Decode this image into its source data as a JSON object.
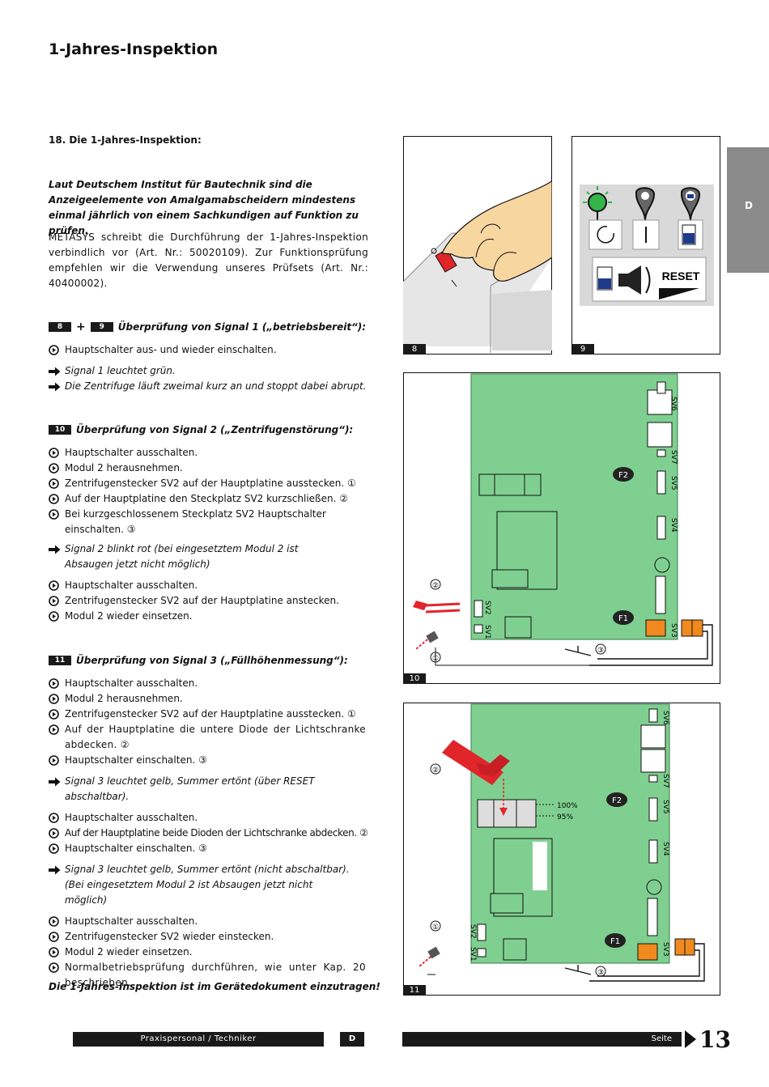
{
  "header": {
    "title": "1-Jahres-Inspektion",
    "side_tab": "D"
  },
  "section": {
    "heading": "18. Die 1-Jahres-Inspektion:",
    "intro": "Laut Deutschem Institut für Bautechnik sind die Anzeigeelemente von Amalgamabscheidern mindestens einmal jährlich von einem Sachkundigen auf Funktion zu prüfen.",
    "paragraph": "METASYS schreibt die Durchführung der 1-Jahres-Inspektion verbindlich vor (Art. Nr.: 50020109). Zur Funktionsprüfung empfehlen wir die Verwendung unseres Prüfsets (Art. Nr.: 40400002)."
  },
  "check1": {
    "tags": [
      "8",
      "9"
    ],
    "plus": "+",
    "title": "Überprüfung von Signal 1 („betriebsbereit“):",
    "steps": [
      "Hauptschalter aus- und wieder einschalten."
    ],
    "results": [
      "Signal 1 leuchtet grün.",
      "Die Zentrifuge läuft zweimal kurz an und stoppt dabei abrupt."
    ]
  },
  "check2": {
    "tag": "10",
    "title": "Überprüfung von Signal 2 („Zentrifugenstörung“):",
    "steps_a": [
      "Hauptschalter ausschalten.",
      "Modul 2 herausnehmen.",
      "Zentrifugenstecker SV2 auf der Hauptplatine ausstecken. ①",
      "Auf der Hauptplatine den Steckplatz SV2 kurzschließen. ②",
      "Bei kurzgeschlossenem Steckplatz SV2 Hauptschalter einschalten. ③"
    ],
    "result": "Signal 2 blinkt rot (bei eingesetztem Modul 2 ist Absaugen jetzt nicht möglich)",
    "steps_b": [
      "Hauptschalter ausschalten.",
      "Zentrifugenstecker SV2 auf der Hauptplatine anstecken.",
      "Modul 2 wieder einsetzen."
    ]
  },
  "check3": {
    "tag": "11",
    "title": "Überprüfung von Signal 3 („Füllhöhenmessung“):",
    "steps_a": [
      "Hauptschalter ausschalten.",
      "Modul 2 herausnehmen.",
      "Zentrifugenstecker SV2 auf der Hauptplatine ausstecken. ①",
      "Auf der Hauptplatine die untere Diode der Lichtschranke abdecken. ②",
      "Hauptschalter einschalten. ③"
    ],
    "result_a": "Signal 3 leuchtet gelb, Summer ertönt (über RESET abschaltbar).",
    "steps_b": [
      "Hauptschalter ausschalten.",
      "Auf der Hauptplatine beide Dioden der Lichtschranke abdecken. ②",
      "Hauptschalter einschalten. ③"
    ],
    "result_b": "Signal 3 leuchtet gelb, Summer ertönt (nicht abschaltbar). (Bei eingesetztem Modul 2 ist Absaugen jetzt nicht möglich)",
    "steps_c": [
      "Hauptschalter ausschalten.",
      "Zentrifugenstecker SV2 wieder einstecken.",
      "Modul 2 wieder einsetzen.",
      "Normalbetriebsprüfung durchführen, wie unter Kap. 20 beschrieben."
    ]
  },
  "closing": "Die 1-Jahres-Inspektion ist im Gerätedokument einzutragen!",
  "figures": {
    "fig8": {
      "tag": "8"
    },
    "fig9": {
      "tag": "9",
      "reset": "RESET"
    },
    "fig10": {
      "tag": "10",
      "labels": [
        "SV6",
        "SV7",
        "SV5",
        "SV4",
        "SV3",
        "SV2",
        "SV1",
        "F2",
        "F1"
      ],
      "callouts": [
        "②",
        "①",
        "③"
      ]
    },
    "fig11": {
      "tag": "11",
      "labels": [
        "SV6",
        "SV7",
        "SV5",
        "SV4",
        "SV3",
        "SV2",
        "SV1",
        "F2",
        "F1"
      ],
      "levels": [
        "100%",
        "95%"
      ],
      "callouts": [
        "②",
        "①",
        "③"
      ]
    }
  },
  "footer": {
    "role": "Praxispersonal / Techniker",
    "lang": "D",
    "page_label": "Seite",
    "page_number": "13"
  },
  "colors": {
    "board": "#7fd090",
    "accent_orange": "#f08a1e",
    "red": "#e0252b",
    "blue": "#1e3a8a"
  }
}
